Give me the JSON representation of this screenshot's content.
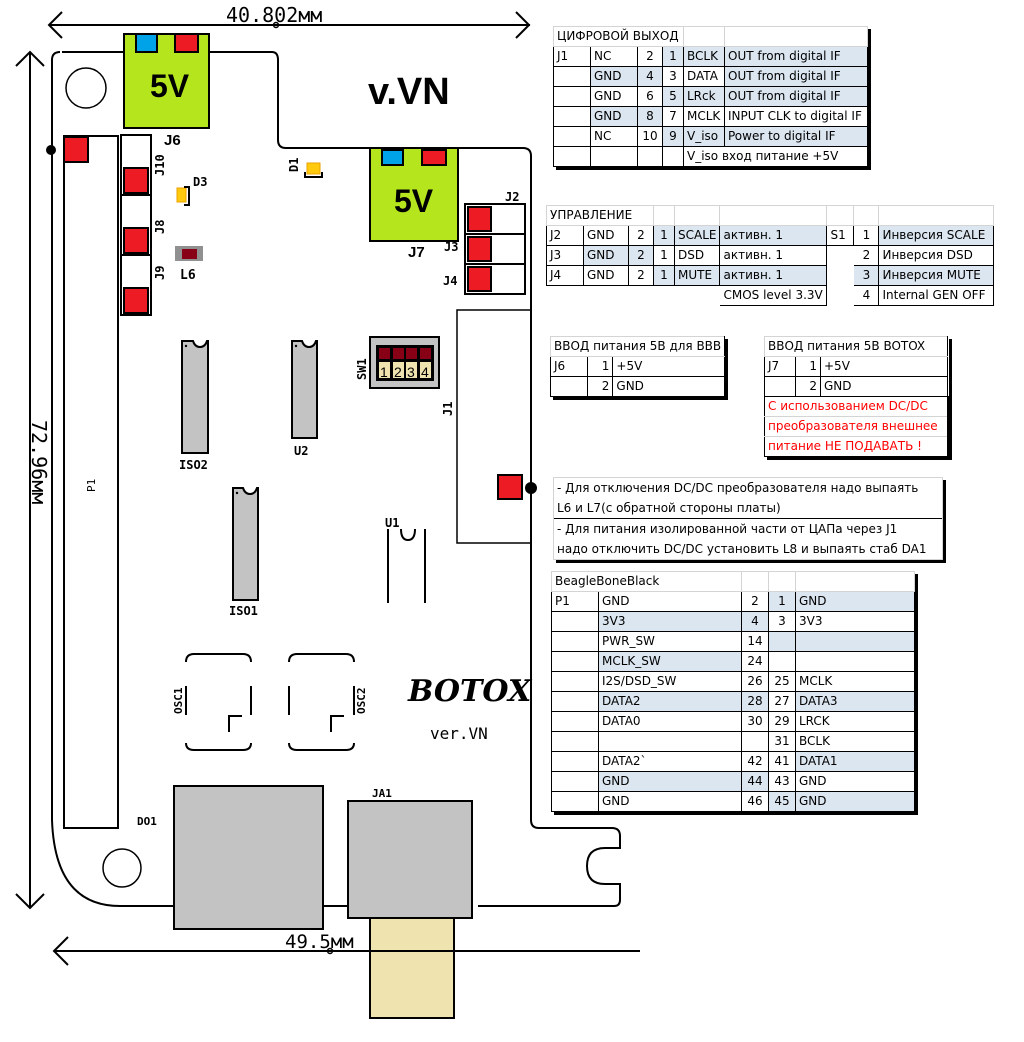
{
  "dimensions": {
    "width_label": "40.802мм",
    "height_label": "72.96мм",
    "bottom_label": "49.5мм"
  },
  "board": {
    "version_label": "v.VN",
    "brand_logo": "BOTOX",
    "brand_version": "ver.VN",
    "connectors": {
      "j6_label": "J6",
      "j6_voltage": "5V",
      "j7_label": "J7",
      "j7_voltage": "5V",
      "j2": "J2",
      "j3": "J3",
      "j4": "J4",
      "j8": "J8",
      "j9": "J9",
      "j10": "J10",
      "j1": "J1",
      "p1": "P1",
      "ja1": "JA1"
    },
    "components": {
      "d1": "D1",
      "d3": "D3",
      "l6": "L6",
      "iso1": "ISO1",
      "iso2": "ISO2",
      "u1": "U1",
      "u2": "U2",
      "osc1": "OSC1",
      "osc2": "OSC2",
      "do1": "DO1",
      "sw1": "SW1",
      "sw1_positions": [
        "1",
        "2",
        "3",
        "4"
      ]
    },
    "colors": {
      "connector_green": "#b5e61d",
      "pad_red": "#ed1c24",
      "pad_blue": "#00a2e8",
      "ic_gray": "#c3c3c3",
      "led_yellow": "#ffc90e",
      "inductor_dark": "#880015",
      "jack_tan": "#efe4b0"
    }
  },
  "digital_out": {
    "title": "ЦИФРОВОЙ ВЫХОД",
    "connector": "J1",
    "rows": [
      {
        "left": "NC",
        "even": "2",
        "odd": "1",
        "signal": "BCLK",
        "desc": "OUT from digital IF"
      },
      {
        "left": "GND",
        "even": "4",
        "odd": "3",
        "signal": "DATA",
        "desc": "OUT from digital IF"
      },
      {
        "left": "GND",
        "even": "6",
        "odd": "5",
        "signal": "LRck",
        "desc": "OUT from digital IF"
      },
      {
        "left": "GND",
        "even": "8",
        "odd": "7",
        "signal": "MCLK",
        "desc": "INPUT CLK to digital IF"
      },
      {
        "left": "NC",
        "even": "10",
        "odd": "9",
        "signal": "V_iso",
        "desc": "Power to digital IF"
      }
    ],
    "footer": "V_iso вход питание  +5V"
  },
  "control": {
    "title": "УПРАВЛЕНИЕ",
    "rows": [
      {
        "conn": "J2",
        "left": "GND",
        "even": "2",
        "odd": "1",
        "signal": "SCALE",
        "desc": "активн. 1"
      },
      {
        "conn": "J3",
        "left": "GND",
        "even": "2",
        "odd": "1",
        "signal": "DSD",
        "desc": "активн. 1"
      },
      {
        "conn": "J4",
        "left": "GND",
        "even": "2",
        "odd": "1",
        "signal": "MUTE",
        "desc": "активн. 1"
      }
    ],
    "level_note": "CMOS level 3.3V",
    "switch_label": "S1",
    "switch_rows": [
      {
        "num": "1",
        "desc": "Инверсия SCALE"
      },
      {
        "num": "2",
        "desc": "Инверсия DSD"
      },
      {
        "num": "3",
        "desc": "Инверсия MUTE"
      },
      {
        "num": "4",
        "desc": "Internal GEN OFF"
      }
    ]
  },
  "power_bbb": {
    "title": "ВВОД питания 5В для BBB",
    "connector": "J6",
    "rows": [
      {
        "pin": "1",
        "name": "+5V"
      },
      {
        "pin": "2",
        "name": "GND"
      }
    ]
  },
  "power_botox": {
    "title": "ВВОД питания 5В BOTOX",
    "connector": "J7",
    "rows": [
      {
        "pin": "1",
        "name": "+5V"
      },
      {
        "pin": "2",
        "name": "GND"
      }
    ],
    "warning_line1": "С использованием DC/DC",
    "warning_line2": "преобразователя внешнее",
    "warning_line3_prefix": "питание ",
    "warning_line3_bold": "НЕ ПОДАВАТЬ !"
  },
  "notes": {
    "note1_line1": " - Для отключения DC/DC преобразователя надо выпаять",
    "note1_line2": "L6 и L7(с обратной стороны платы)",
    "note2_line1": " - Для питания изолированной части от ЦАПа через J1",
    "note2_line2": "надо отключить DC/DC установить L8 и выпаять стаб DA1"
  },
  "beaglebone": {
    "title": "BeagleBoneBlack",
    "connector": "P1",
    "rows": [
      {
        "left": "GND",
        "even": "2",
        "odd": "1",
        "right": "GND"
      },
      {
        "left": "3V3",
        "even": "4",
        "odd": "3",
        "right": "3V3"
      },
      {
        "left": "PWR_SW",
        "even": "14",
        "odd": "",
        "right": ""
      },
      {
        "left": "MCLK_SW",
        "even": "24",
        "odd": "",
        "right": ""
      },
      {
        "left": "I2S/DSD_SW",
        "even": "26",
        "odd": "25",
        "right": "MCLK"
      },
      {
        "left": "DATA2",
        "even": "28",
        "odd": "27",
        "right": "DATA3"
      },
      {
        "left": "DATA0",
        "even": "30",
        "odd": "29",
        "right": "LRCK"
      },
      {
        "left": "",
        "even": "",
        "odd": "31",
        "right": "BCLK"
      },
      {
        "left": "DATA2`",
        "even": "42",
        "odd": "41",
        "right": "DATA1"
      },
      {
        "left": "GND",
        "even": "44",
        "odd": "43",
        "right": "GND"
      },
      {
        "left": "GND",
        "even": "46",
        "odd": "45",
        "right": "GND"
      }
    ]
  }
}
